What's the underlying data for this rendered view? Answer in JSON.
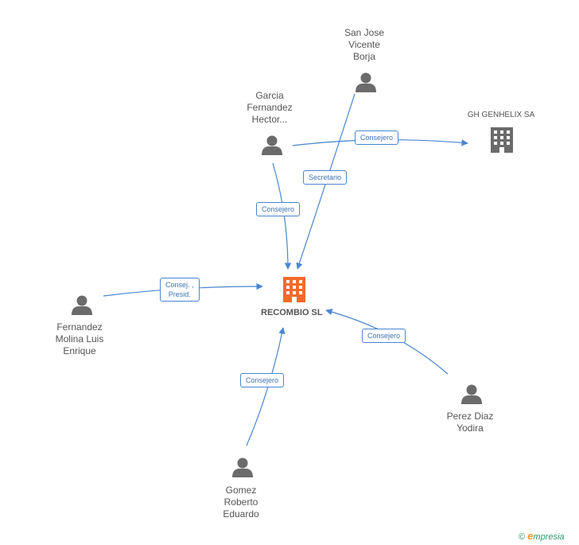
{
  "center": {
    "name": "RECOMBIO SL",
    "color": "#f26a2e"
  },
  "people": [
    {
      "id": "sanjose",
      "name": "San Jose\nVicente\nBorja"
    },
    {
      "id": "garcia",
      "name": "Garcia\nFernandez\nHector..."
    },
    {
      "id": "fernandez",
      "name": "Fernandez\nMolina Luis\nEnrique"
    },
    {
      "id": "perez",
      "name": "Perez Diaz\nYodira"
    },
    {
      "id": "gomez",
      "name": "Gomez\nRoberto\nEduardo"
    }
  ],
  "companies": [
    {
      "id": "genhelix",
      "name": "GH GENHELIX SA",
      "color": "#6b6b6b"
    }
  ],
  "relations": [
    {
      "from": "sanjose",
      "to": "center",
      "label": "Secretario"
    },
    {
      "from": "garcia",
      "to": "center",
      "label": "Consejero"
    },
    {
      "from": "garcia",
      "to": "genhelix",
      "label": "Consejero"
    },
    {
      "from": "fernandez",
      "to": "center",
      "label": "Consej. ,\nPresid."
    },
    {
      "from": "perez",
      "to": "center",
      "label": "Consejero"
    },
    {
      "from": "gomez",
      "to": "center",
      "label": "Consejero"
    }
  ],
  "brand": {
    "copyright": "©",
    "e": "e",
    "rest": "mpresia"
  },
  "colors": {
    "edge": "#4a86d0",
    "person": "#6b6b6b"
  }
}
